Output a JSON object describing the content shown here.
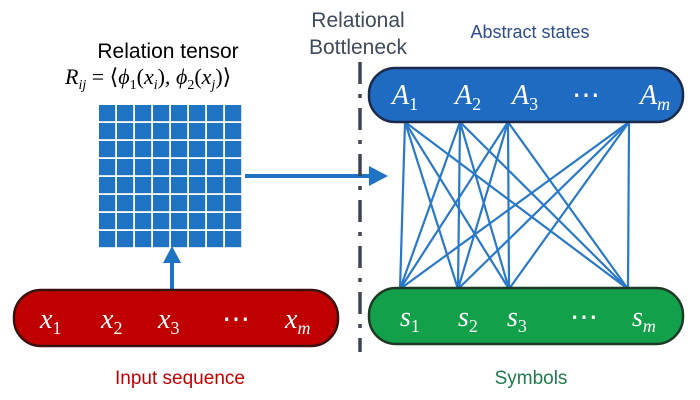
{
  "title": {
    "relation_tensor": "Relation tensor",
    "relation_formula": {
      "lhs_R": "R",
      "lhs_sub": "ij",
      "eq": " = ⟨",
      "phi1": "ϕ",
      "phi1_sub": "1",
      "phi1_arg_open": "(",
      "x_i": "x",
      "x_i_sub": "i",
      "phi1_arg_close": "), ",
      "phi2": "ϕ",
      "phi2_sub": "2",
      "phi2_arg_open": "(",
      "x_j": "x",
      "x_j_sub": "j",
      "close": ")⟩"
    },
    "bottleneck_line1": "Relational",
    "bottleneck_line2": "Bottleneck",
    "abstract_states": "Abstract states",
    "input_sequence": "Input sequence",
    "symbols": "Symbols"
  },
  "input_sequence": {
    "items": [
      {
        "base": "x",
        "sub": "1"
      },
      {
        "base": "x",
        "sub": "2"
      },
      {
        "base": "x",
        "sub": "3"
      },
      {
        "base": "⋯",
        "sub": ""
      },
      {
        "base": "x",
        "sub": "m"
      }
    ]
  },
  "abstract_states": {
    "items": [
      {
        "base": "A",
        "sub": "1"
      },
      {
        "base": "A",
        "sub": "2"
      },
      {
        "base": "A",
        "sub": "3"
      },
      {
        "base": "⋯",
        "sub": ""
      },
      {
        "base": "A",
        "sub": "m"
      }
    ]
  },
  "symbols": {
    "items": [
      {
        "base": "s",
        "sub": "1"
      },
      {
        "base": "s",
        "sub": "2"
      },
      {
        "base": "s",
        "sub": "3"
      },
      {
        "base": "⋯",
        "sub": ""
      },
      {
        "base": "s",
        "sub": "m"
      }
    ]
  },
  "colors": {
    "tensor_blue": "#1F73C3",
    "arrow_blue": "#1F73C3",
    "abstract_fill": "#1F6BC2",
    "abstract_stroke": "#1B2A4A",
    "symbols_fill": "#13A04A",
    "symbols_stroke": "#1D3A26",
    "input_fill": "#C00000",
    "input_stroke": "#3A1010",
    "bottleneck_text": "#3F4A5A",
    "abstract_label": "#2E4D8C",
    "input_label": "#C00000",
    "symbols_label": "#1E7B4A",
    "edge_blue": "#2A79C8",
    "divider": "#3D4552"
  },
  "connections": [
    [
      0,
      0
    ],
    [
      0,
      1
    ],
    [
      0,
      2
    ],
    [
      0,
      4
    ],
    [
      1,
      0
    ],
    [
      1,
      1
    ],
    [
      1,
      2
    ],
    [
      1,
      4
    ],
    [
      2,
      0
    ],
    [
      2,
      1
    ],
    [
      2,
      2
    ],
    [
      2,
      4
    ],
    [
      4,
      0
    ],
    [
      4,
      1
    ],
    [
      4,
      2
    ],
    [
      4,
      4
    ]
  ]
}
